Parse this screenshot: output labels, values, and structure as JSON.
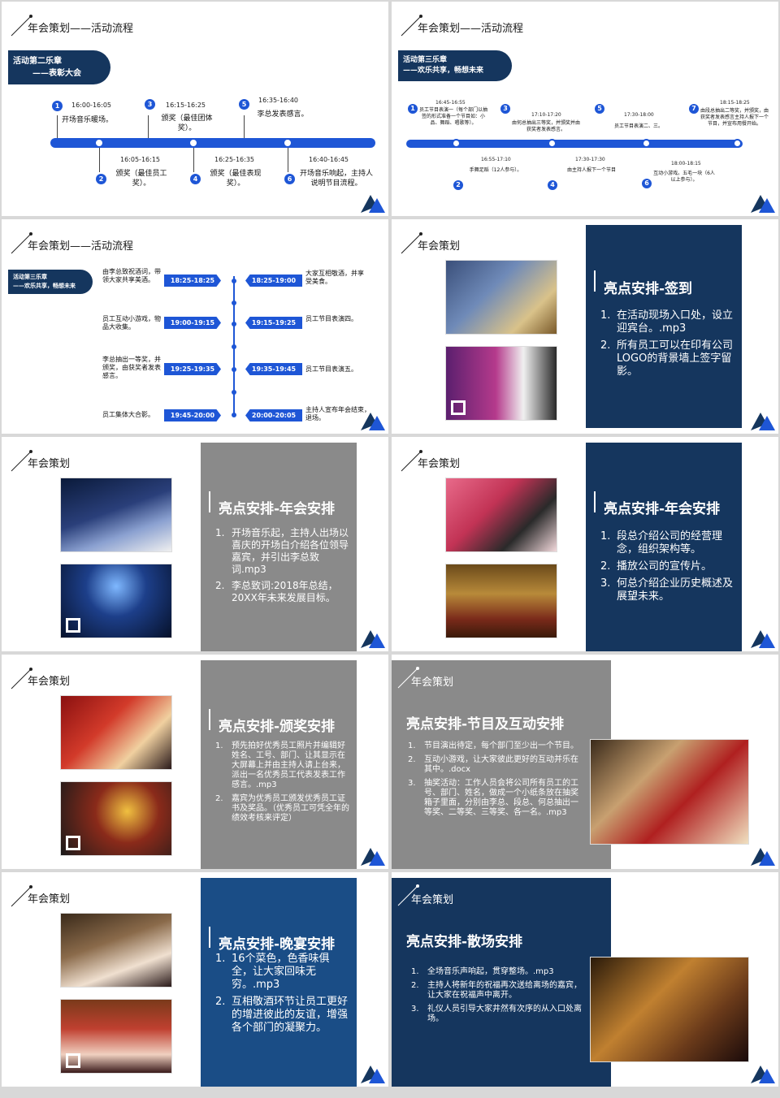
{
  "slides": {
    "s1": {
      "title": "年会策划——活动流程",
      "chapter_l1": "活动第二乐章",
      "chapter_l2": "——表彰大会",
      "items": [
        {
          "num": "1",
          "time": "16:00-16:05",
          "desc": "开场音乐暖场。"
        },
        {
          "num": "2",
          "time": "16:05-16:15",
          "desc": "颁奖（最佳员工奖）。"
        },
        {
          "num": "3",
          "time": "16:15-16:25",
          "desc": "颁奖（最佳团体奖）。"
        },
        {
          "num": "4",
          "time": "16:25-16:35",
          "desc": "颁奖（最佳表现奖）。"
        },
        {
          "num": "5",
          "time": "16:35-16:40",
          "desc": "李总发表感言。"
        },
        {
          "num": "6",
          "time": "16:40-16:45",
          "desc": "开场音乐响起，主持人说明节目流程。"
        }
      ]
    },
    "s2": {
      "title": "年会策划——活动流程",
      "chapter_l1": "活动第三乐章",
      "chapter_l2": "——欢乐共享，畅想未来",
      "items": [
        {
          "num": "1",
          "time": "16:45-16:55",
          "desc": "员工节目表演一（每个部门以抽签的形式准备一个节目如：小品、舞蹈、唱歌等）。"
        },
        {
          "num": "2",
          "time": "16:55-17:10",
          "desc": "手舞足蹈（12人参与）。"
        },
        {
          "num": "3",
          "time": "17:10-17:20",
          "desc": "由何总抽出三等奖，并颁奖并由获奖者发表感言。"
        },
        {
          "num": "4",
          "time": "17:30-17:30",
          "desc": "由主持人报下一个节目"
        },
        {
          "num": "5",
          "time": "17:30-18:00",
          "desc": "员工节目表演二、三。"
        },
        {
          "num": "6",
          "time": "18:00-18:15",
          "desc": "互动小游戏。五毛一块（6人以上参与）。"
        },
        {
          "num": "7",
          "time": "18:15-18:25",
          "desc": "由段总抽出二等奖，并颁奖，由获奖者发表感言主持人报下一个节目，并宣布用餐开始。"
        }
      ]
    },
    "s3": {
      "title": "年会策划——活动流程",
      "chapter_l1": "活动第三乐章",
      "chapter_l2": "——欢乐共享，畅想未来",
      "left": [
        {
          "time": "18:25-18:25",
          "desc": "由李总致祝酒词，带领大家共享美酒。"
        },
        {
          "time": "19:00-19:15",
          "desc": "员工互动小游戏，物品大收集。"
        },
        {
          "time": "19:25-19:35",
          "desc": "李总抽出一等奖，并颁奖，由获奖者发表感言。"
        },
        {
          "time": "19:45-20:00",
          "desc": "员工集体大合影。"
        }
      ],
      "right": [
        {
          "time": "18:25-19:00",
          "desc": "大家互相敬酒，并享受美食。"
        },
        {
          "time": "19:15-19:25",
          "desc": "员工节目表演四。"
        },
        {
          "time": "19:35-19:45",
          "desc": "员工节目表演五。"
        },
        {
          "time": "20:00-20:05",
          "desc": "主持人宣布年会结束，退场。"
        }
      ]
    },
    "s4": {
      "title": "年会策划",
      "panel_title": "亮点安排-签到",
      "items": [
        {
          "n": "1.",
          "text": "在活动现场入口处，设立迎宾台。.mp3"
        },
        {
          "n": "2.",
          "text": "所有员工可以在印有公司LOGO的背景墙上签字留影。"
        }
      ]
    },
    "s5": {
      "title": "年会策划",
      "panel_title": "亮点安排-年会安排",
      "items": [
        {
          "n": "1.",
          "text": "开场音乐起，主持人出场以喜庆的开场白介绍各位领导嘉宾，并引出李总致词.mp3"
        },
        {
          "n": "2.",
          "text": "李总致词:2018年总结，20XX年未来发展目标。"
        }
      ]
    },
    "s6": {
      "title": "年会策划",
      "panel_title": "亮点安排-年会安排",
      "items": [
        {
          "n": "1.",
          "text": "段总介绍公司的经营理念，组织架构等。"
        },
        {
          "n": "2.",
          "text": "播放公司的宣传片。"
        },
        {
          "n": "3.",
          "text": "何总介绍企业历史概述及展望未来。"
        }
      ]
    },
    "s7": {
      "title": "年会策划",
      "panel_title": "亮点安排-颁奖安排",
      "items": [
        {
          "n": "1.",
          "text": "预先拍好优秀员工照片并编辑好姓名、工号、部门、让其显示在大屏幕上并由主持人请上台来，派出一名优秀员工代表发表工作感言。.mp3"
        },
        {
          "n": "2.",
          "text": "嘉宾为优秀员工颁发优秀员工证书及奖品。（优秀员工可凭全年的绩效考核来评定）"
        }
      ]
    },
    "s8": {
      "title": "年会策划",
      "panel_title": "亮点安排-节目及互动安排",
      "items": [
        {
          "n": "1.",
          "text": "节目演出待定，每个部门至少出一个节目。"
        },
        {
          "n": "2.",
          "text": "互动小游戏，让大家彼此更好的互动并乐在其中。.docx"
        },
        {
          "n": "3.",
          "text": "抽奖活动：工作人员会将公司所有员工的工号、部门、姓名，做成一个小纸条放在抽奖箱子里面，分别由李总、段总、何总抽出一等奖、二等奖、三等奖、各一名。.mp3"
        }
      ]
    },
    "s9": {
      "title": "年会策划",
      "panel_title": "亮点安排-晚宴安排",
      "items": [
        {
          "n": "1.",
          "text": "16个菜色，色香味俱全，让大家回味无穷。.mp3"
        },
        {
          "n": "2.",
          "text": "互相敬酒环节让员工更好的增进彼此的友谊，增强各个部门的凝聚力。"
        }
      ]
    },
    "s10": {
      "title": "年会策划",
      "panel_title": "亮点安排-散场安排",
      "items": [
        {
          "n": "1.",
          "text": "全场音乐声响起，贯穿整场。.mp3"
        },
        {
          "n": "2.",
          "text": "主持人将新年的祝福再次送给离场的嘉宾，让大家在祝福声中离开。"
        },
        {
          "n": "3.",
          "text": "礼仪人员引导大家井然有次序的从入口处离场。"
        }
      ]
    }
  },
  "colors": {
    "navy": "#15365e",
    "gray": "#8a8a8a",
    "accent": "#1e56d6"
  }
}
